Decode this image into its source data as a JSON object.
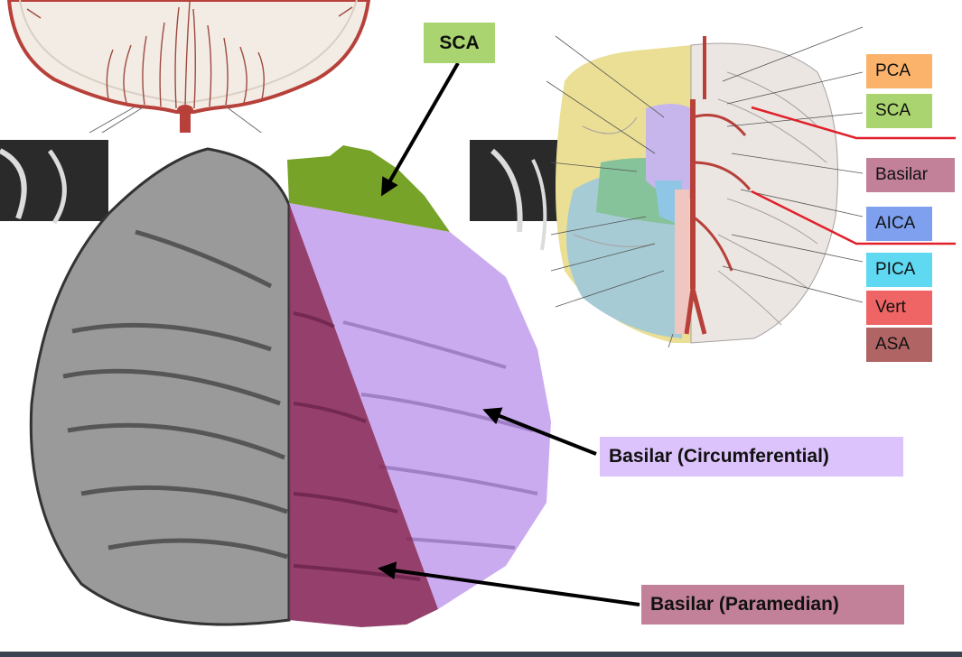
{
  "labels": {
    "sca_callout": "SCA",
    "circumferential": "Basilar (Circumferential)",
    "paramedian": "Basilar (Paramedian)"
  },
  "legend": {
    "items": [
      {
        "label": "PCA",
        "color": "#fbb36b"
      },
      {
        "label": "SCA",
        "color": "#a9d46f"
      },
      {
        "label": "Basilar",
        "color": "#c28199"
      },
      {
        "label": "AICA",
        "color": "#7ea0ef"
      },
      {
        "label": "PICA",
        "color": "#5fd8f2"
      },
      {
        "label": "Vert",
        "color": "#ef6464"
      },
      {
        "label": "ASA",
        "color": "#b06464"
      }
    ]
  },
  "colors": {
    "sca_territory": "#6f9e1c",
    "circumferential_territory": "#c7a4ee",
    "paramedian_territory": "#8a2a5d",
    "callout_sca": "#a9d46f",
    "callout_circumferential": "#dcc3fb",
    "callout_paramedian": "#c28199",
    "artery_red": "#b7413a",
    "leader_red": "#e0202a"
  }
}
